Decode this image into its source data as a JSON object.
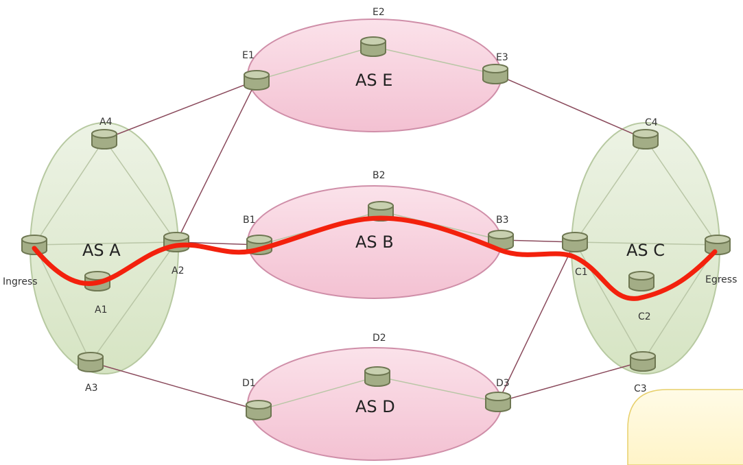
{
  "colors": {
    "as_a_fill": "#e2ecd4",
    "as_a_stroke": "#b7c9a1",
    "as_pink_fill": "#f7cfdc",
    "as_pink_stroke": "#cf8ea8",
    "router_body": "#a7b18a",
    "router_stroke": "#6e7752",
    "link_inter": "#8a4a5c",
    "link_intra": "#b9c6a6",
    "path": "#f3210d",
    "note_fill": "#fff9dc",
    "note_stroke": "#e7cf6a"
  },
  "as_labels": {
    "a": "AS A",
    "b": "AS B",
    "c": "AS C",
    "d": "AS D",
    "e": "AS E"
  },
  "routers": {
    "ingress": "Ingress",
    "a1": "A1",
    "a2": "A2",
    "a3": "A3",
    "a4": "A4",
    "b1": "B1",
    "b2": "B2",
    "b3": "B3",
    "c1": "C1",
    "c2": "C2",
    "c3": "C3",
    "c4": "C4",
    "egress": "Egress",
    "d1": "D1",
    "d2": "D2",
    "d3": "D3",
    "e1": "E1",
    "e2": "E2",
    "e3": "E3"
  },
  "icons": {
    "router": "router-icon"
  }
}
